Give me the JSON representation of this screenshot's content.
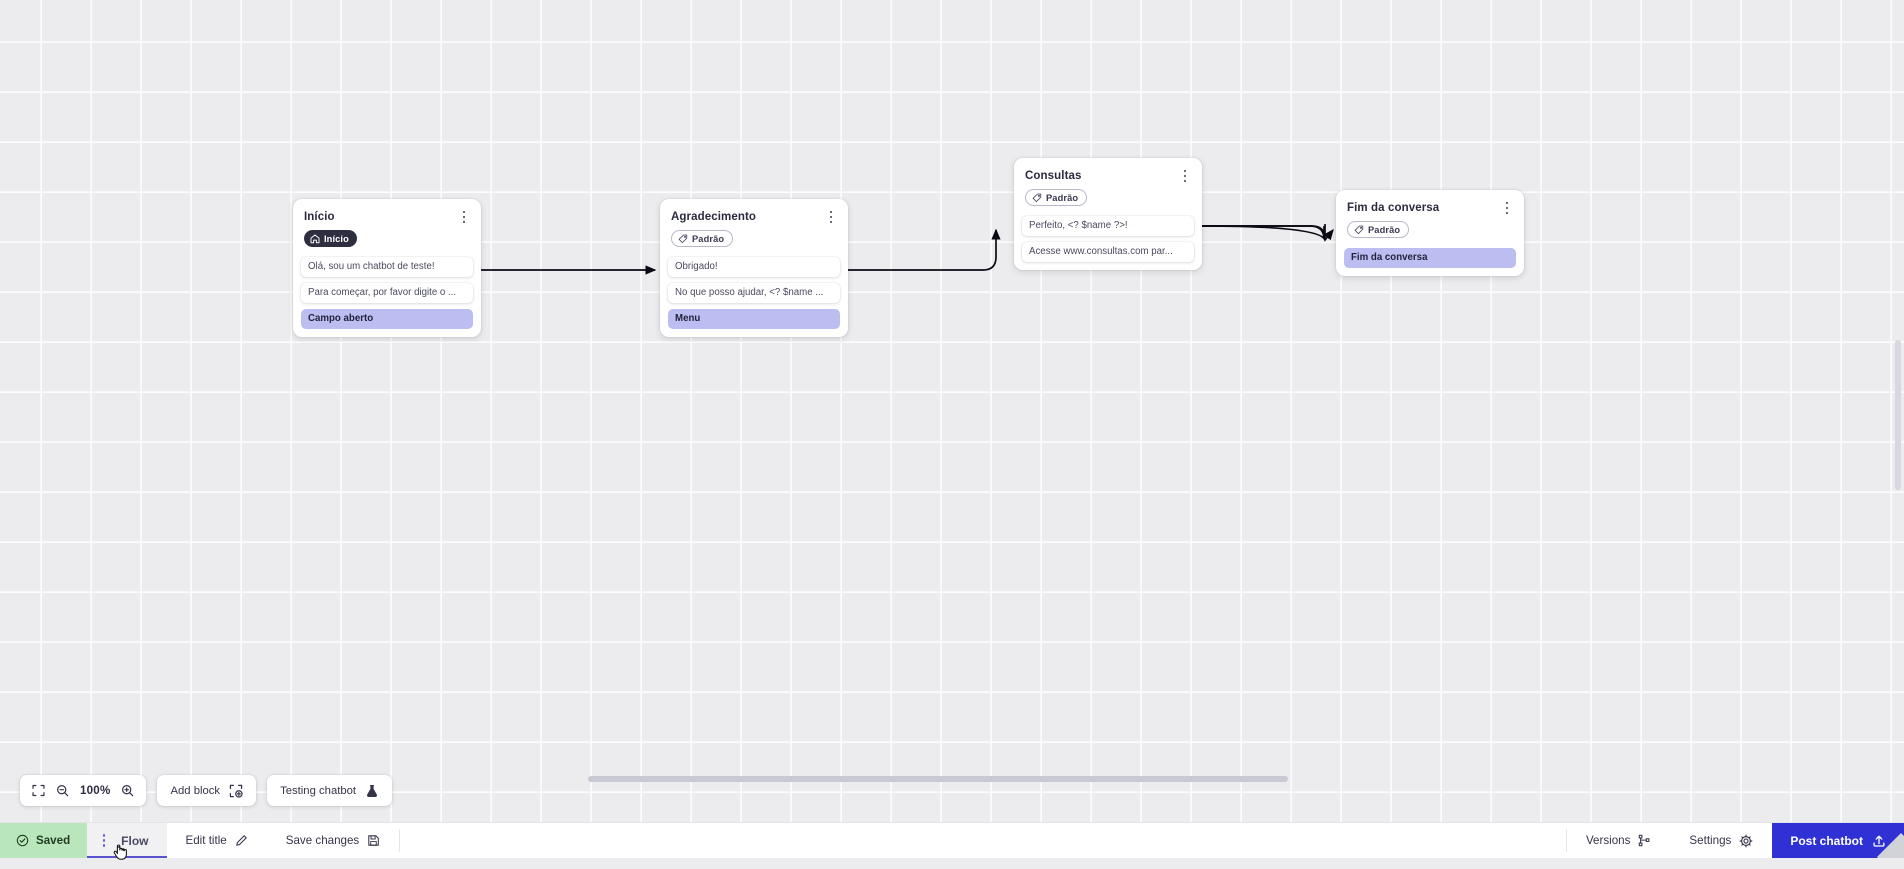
{
  "canvas": {
    "grid": true,
    "background_color": "#ececee"
  },
  "nodes": [
    {
      "id": "inicio",
      "title": "Início",
      "badge": {
        "label": "Início",
        "icon": "home-icon",
        "style": "dark"
      },
      "messages": [
        {
          "text": "Olá, sou um chatbot de teste!",
          "accent": false
        },
        {
          "text": "Para começar, por favor digite o ...",
          "accent": false
        },
        {
          "text": "Campo aberto",
          "accent": true
        }
      ]
    },
    {
      "id": "agradecimento",
      "title": "Agradecimento",
      "badge": {
        "label": "Padrão",
        "icon": "tag-icon",
        "style": "outline"
      },
      "messages": [
        {
          "text": "Obrigado!",
          "accent": false
        },
        {
          "text": "No que posso ajudar, <? $name ...",
          "accent": false
        },
        {
          "text": "Menu",
          "accent": true
        }
      ]
    },
    {
      "id": "consultas",
      "title": "Consultas",
      "badge": {
        "label": "Padrão",
        "icon": "tag-icon",
        "style": "outline"
      },
      "messages": [
        {
          "text": "Perfeito, <? $name ?>!",
          "accent": false
        },
        {
          "text": "Acesse www.consultas.com par...",
          "accent": false
        }
      ]
    },
    {
      "id": "fim",
      "title": "Fim da conversa",
      "badge": {
        "label": "Padrão",
        "icon": "tag-icon",
        "style": "outline"
      },
      "messages": [
        {
          "text": "Fim da conversa",
          "accent": true
        }
      ]
    }
  ],
  "toolbar": {
    "zoom_level": "100%",
    "fit_icon": "fit-screen-icon",
    "zoom_out_icon": "zoom-out-icon",
    "zoom_in_icon": "zoom-in-icon",
    "add_block_label": "Add block",
    "add_block_icon": "add-block-icon",
    "testing_chatbot_label": "Testing chatbot",
    "testing_chatbot_icon": "flask-icon"
  },
  "statusbar": {
    "saved_label": "Saved",
    "saved_icon": "check-circle-icon",
    "saved_color": "#b9e6ba",
    "flow_tab_label": "Flow",
    "flow_tab_icon": "kebab-menu-icon",
    "edit_title_label": "Edit title",
    "edit_title_icon": "pencil-icon",
    "save_changes_label": "Save changes",
    "save_changes_icon": "floppy-disk-icon",
    "versions_label": "Versions",
    "versions_icon": "branch-icon",
    "settings_label": "Settings",
    "settings_icon": "gear-icon",
    "post_chatbot_label": "Post chatbot",
    "post_chatbot_icon": "upload-icon",
    "post_chatbot_color": "#2f31d4"
  }
}
